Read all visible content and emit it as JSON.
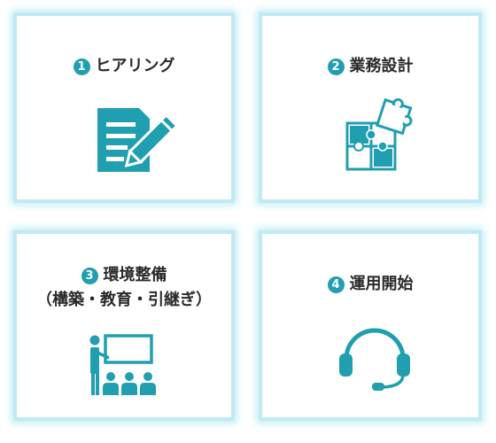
{
  "accent_color": "#1f9fb0",
  "cards": [
    {
      "number": "1",
      "label": "ヒアリング",
      "icon": "document-pencil-icon"
    },
    {
      "number": "2",
      "label": "業務設計",
      "icon": "puzzle-icon"
    },
    {
      "number": "3",
      "label": "環境整備",
      "sublabel": "（構築・教育・引継ぎ）",
      "icon": "presentation-icon"
    },
    {
      "number": "4",
      "label": "運用開始",
      "icon": "headset-icon"
    }
  ]
}
